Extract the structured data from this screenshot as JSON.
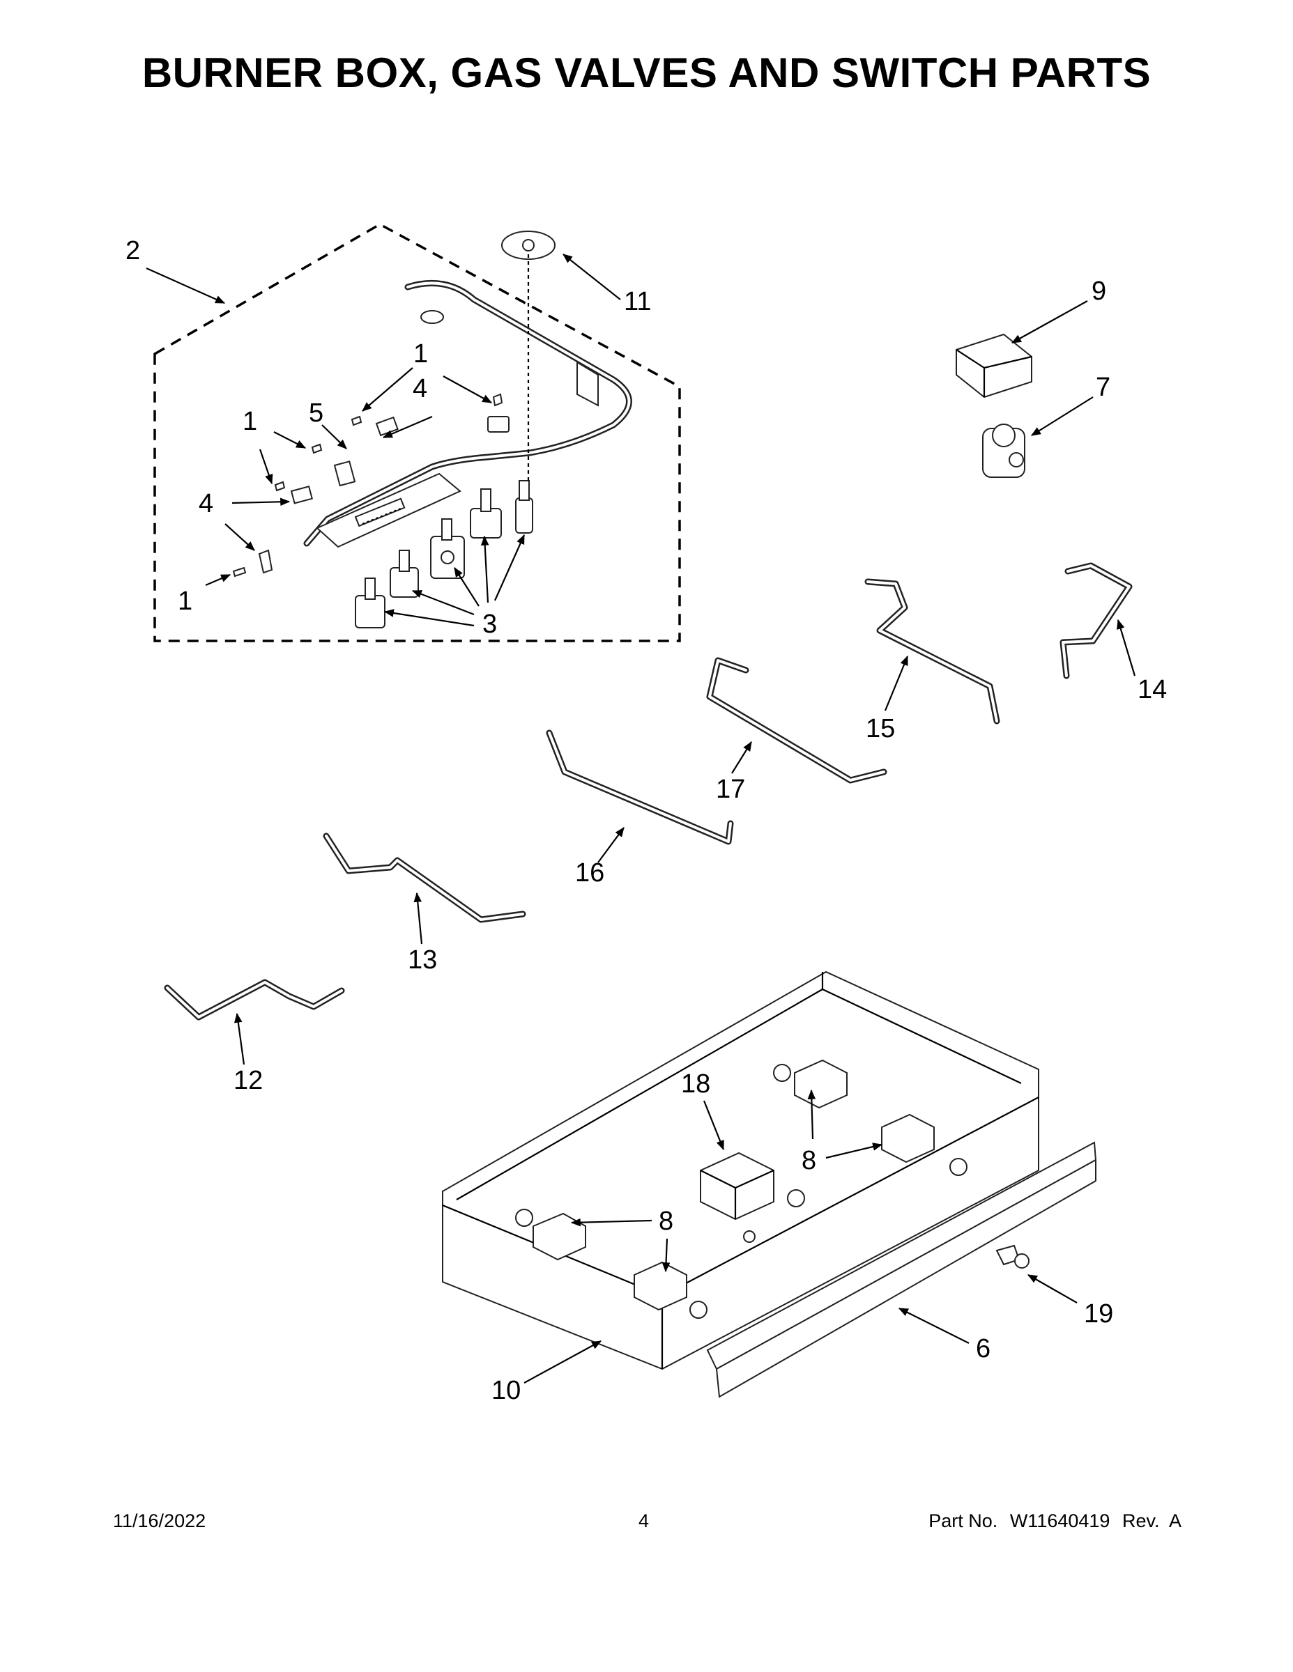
{
  "title": "BURNER BOX, GAS VALVES AND SWITCH PARTS",
  "callouts": {
    "c1": "1",
    "c2": "2",
    "c3": "3",
    "c4": "4",
    "c5": "5",
    "c6": "6",
    "c7": "7",
    "c8": "8",
    "c9": "9",
    "c10": "10",
    "c11": "11",
    "c12": "12",
    "c13": "13",
    "c14": "14",
    "c15": "15",
    "c16": "16",
    "c17": "17",
    "c18": "18",
    "c19": "19"
  },
  "footer": {
    "date": "11/16/2022",
    "page": "4",
    "part_label": "Part No.",
    "part_number": "W11640419",
    "revision": "Rev.  A"
  }
}
